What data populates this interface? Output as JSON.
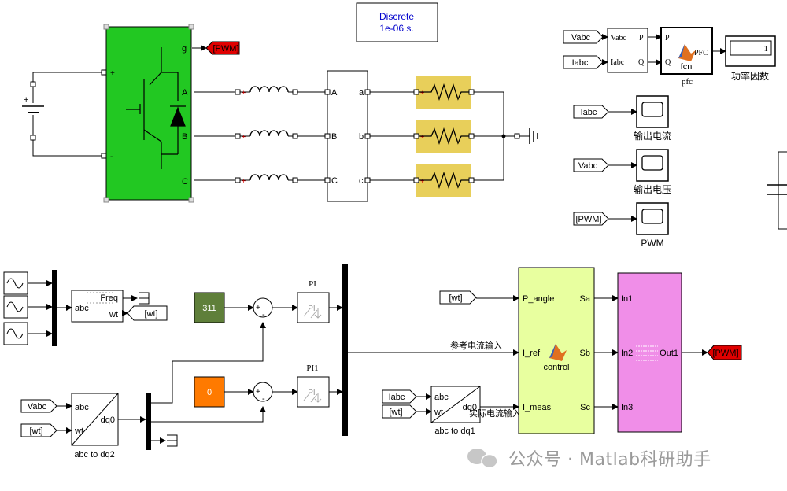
{
  "powergui": {
    "line1": "Discrete",
    "line2": "1e-06 s."
  },
  "inverter": {
    "port_g": "g",
    "port_plus": "+",
    "port_minus": "-",
    "port_a": "A",
    "port_b": "B",
    "port_c": "C"
  },
  "dc_source": {
    "plus_sign": "+"
  },
  "pwm_goto_top": {
    "label": "[PWM]"
  },
  "measurement": {
    "in_a": "A",
    "in_b": "B",
    "in_c": "C",
    "out_a": "a",
    "out_b": "b",
    "out_c": "c"
  },
  "pfc_block": {
    "vabc_tag": "Vabc",
    "iabc_tag": "Iabc",
    "meas_in_v": "Vabc",
    "meas_in_i": "Iabc",
    "meas_out_p": "P",
    "meas_out_q": "Q",
    "fcn_in_p": "P",
    "fcn_in_q": "Q",
    "fcn_out": "PFC",
    "fcn_label": "fcn",
    "fcn_caption": "pfc",
    "display_value": "1",
    "display_caption": "功率因数"
  },
  "scopes": [
    {
      "tag": "Iabc",
      "caption": "输出电流"
    },
    {
      "tag": "Vabc",
      "caption": "输出电压"
    },
    {
      "tag": "[PWM]",
      "caption": "PWM"
    }
  ],
  "pll": {
    "in_label": "abc",
    "out_freq": "Freq",
    "out_wt": "wt",
    "wt_goto": "[wt]"
  },
  "references": {
    "const_311": "311",
    "const_0": "0",
    "sum_plus": "+",
    "sum_minus": "-",
    "pi_label": "PI",
    "pi1_label": "PI1",
    "pi_inner": "PI"
  },
  "abc_dq2": {
    "in_vabc_tag": "Vabc",
    "in_wt_tag": "[wt]",
    "port_abc": "abc",
    "port_wt": "wt",
    "port_dq0": "dq0",
    "caption": "abc to dq2"
  },
  "abc_dq1": {
    "in_iabc_tag": "Iabc",
    "in_wt_tag": "[wt]",
    "port_abc": "abc",
    "port_wt": "wt",
    "port_dq0": "dq0",
    "caption": "abc to dq1"
  },
  "control": {
    "wt_from": "[wt]",
    "in_p_angle": "P_angle",
    "in_i_ref": "I_ref",
    "in_i_meas": "I_meas",
    "out_sa": "Sa",
    "out_sb": "Sb",
    "out_sc": "Sc",
    "label": "control",
    "sig_ref": "参考电流输入",
    "sig_meas": "实际电流输入"
  },
  "pwm_sub": {
    "in1": "In1",
    "in2": "In2",
    "in3": "In3",
    "out1": "Out1",
    "goto": "[PWM]"
  },
  "watermark": "公众号 · Matlab科研助手",
  "colors": {
    "inverter_green": "#22c822",
    "load_yellow": "#e8cf5a",
    "const_311": "#5f7f3a",
    "const_0": "#ff7a00",
    "control_lime": "#e8ff9f",
    "pwm_magenta": "#f08ee8",
    "goto_red": "#e00000"
  }
}
